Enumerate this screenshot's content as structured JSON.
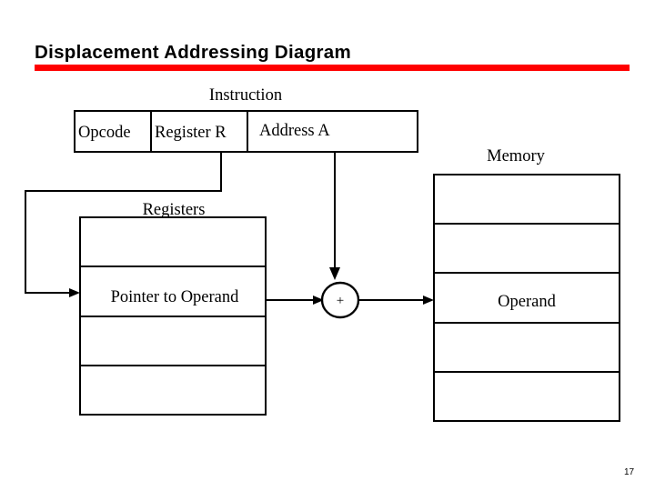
{
  "slide": {
    "title": "Displacement Addressing Diagram",
    "accent_color": "#FF0000",
    "line_color": "#000000",
    "background_color": "#FFFFFF",
    "page_number": "17"
  },
  "labels": {
    "instruction": "Instruction",
    "registers": "Registers",
    "memory": "Memory"
  },
  "instruction_box": {
    "cells": [
      {
        "label": "Opcode"
      },
      {
        "label": "Register R"
      },
      {
        "label": "Address A"
      }
    ]
  },
  "registers_box": {
    "rows": [
      {
        "label": ""
      },
      {
        "label": "Pointer to Operand"
      },
      {
        "label": ""
      },
      {
        "label": ""
      }
    ]
  },
  "memory_box": {
    "rows": [
      {
        "label": ""
      },
      {
        "label": ""
      },
      {
        "label": "Operand"
      },
      {
        "label": ""
      },
      {
        "label": ""
      }
    ]
  },
  "adder": {
    "symbol": "+"
  }
}
